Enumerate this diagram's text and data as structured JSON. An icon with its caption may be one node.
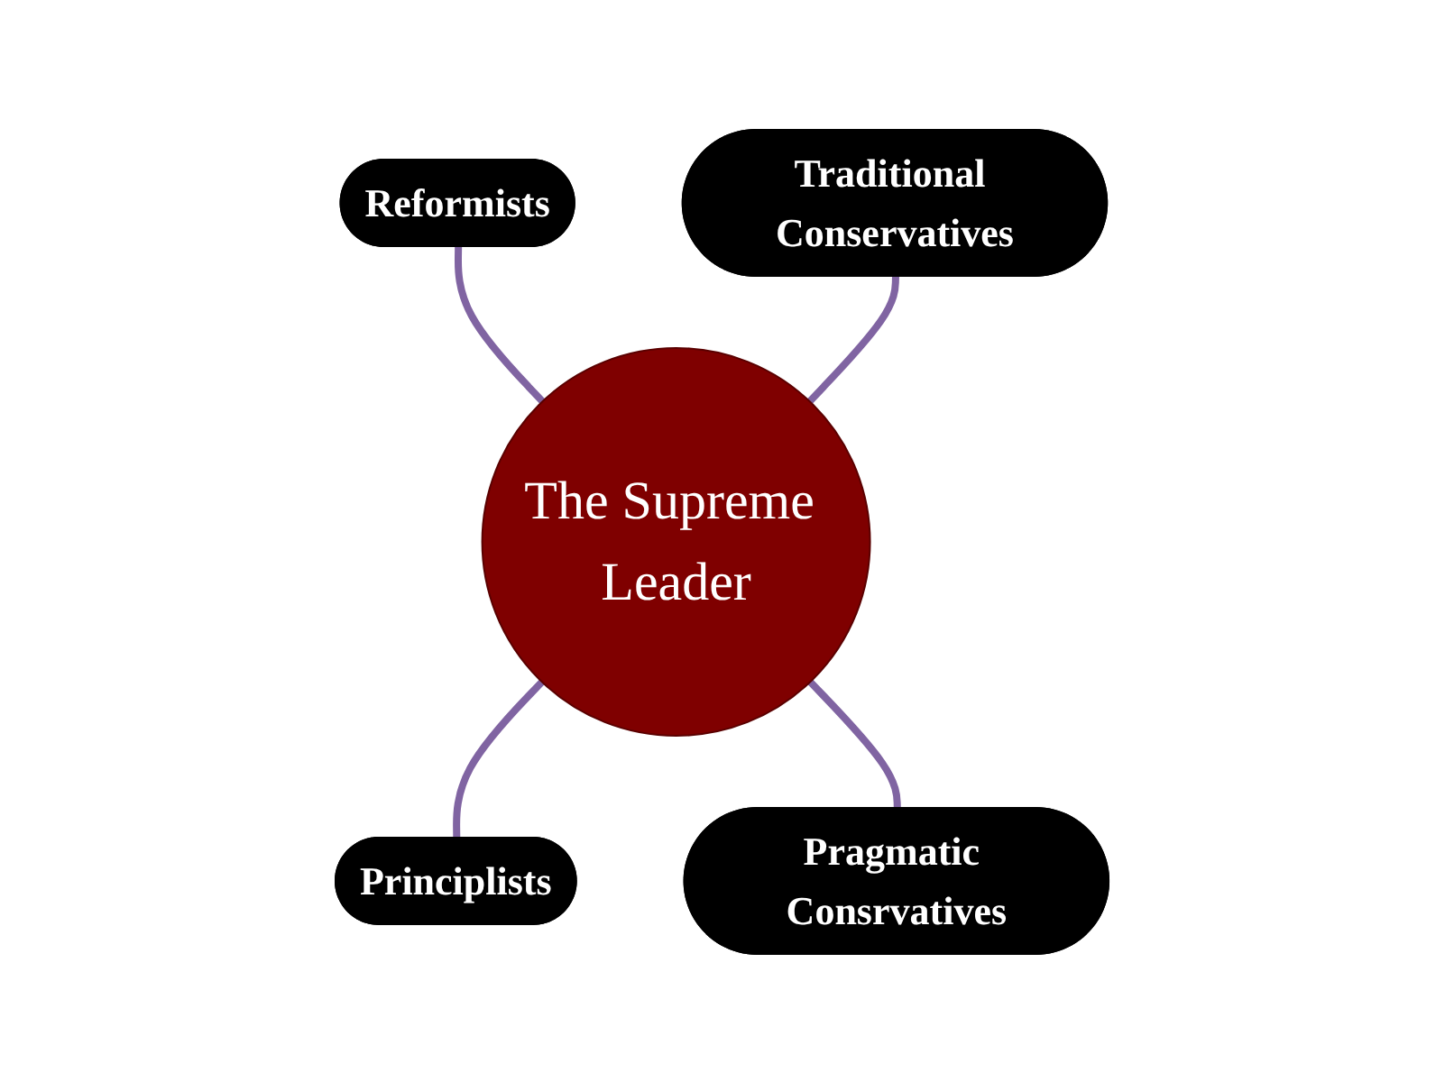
{
  "diagram": {
    "nodes": [
      {
        "text": [
          "Reformists"
        ]
      },
      {
        "text": [
          "Traditional Conservatives"
        ]
      },
      {
        "text": [
          "The Supreme Leader"
        ]
      },
      {
        "text": [
          "Principlists"
        ]
      },
      {
        "text": [
          "Pragmatic Consrvatives"
        ]
      }
    ],
    "edges": [
      {
        "from": 0,
        "to": 2,
        "arrow": "none"
      },
      {
        "from": 1,
        "to": 2,
        "arrow": "none"
      },
      {
        "from": 2,
        "to": 3,
        "arrow": "none"
      },
      {
        "from": 2,
        "to": 4,
        "arrow": "none"
      }
    ]
  }
}
